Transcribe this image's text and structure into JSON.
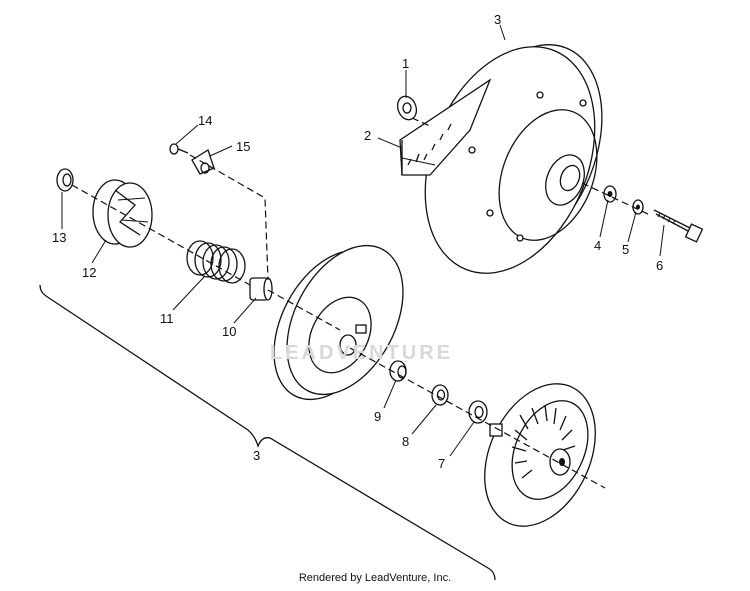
{
  "diagram": {
    "callouts": [
      {
        "id": "1",
        "text": "1"
      },
      {
        "id": "2",
        "text": "2"
      },
      {
        "id": "3a",
        "text": "3"
      },
      {
        "id": "4",
        "text": "4"
      },
      {
        "id": "5",
        "text": "5"
      },
      {
        "id": "6",
        "text": "6"
      },
      {
        "id": "7",
        "text": "7"
      },
      {
        "id": "8",
        "text": "8"
      },
      {
        "id": "9",
        "text": "9"
      },
      {
        "id": "10",
        "text": "10"
      },
      {
        "id": "11",
        "text": "11"
      },
      {
        "id": "12",
        "text": "12"
      },
      {
        "id": "13",
        "text": "13"
      },
      {
        "id": "14",
        "text": "14"
      },
      {
        "id": "15",
        "text": "15"
      },
      {
        "id": "3b",
        "text": "3"
      }
    ]
  },
  "watermark": "LEADVENTURE",
  "footer": "Rendered by LeadVenture, Inc."
}
